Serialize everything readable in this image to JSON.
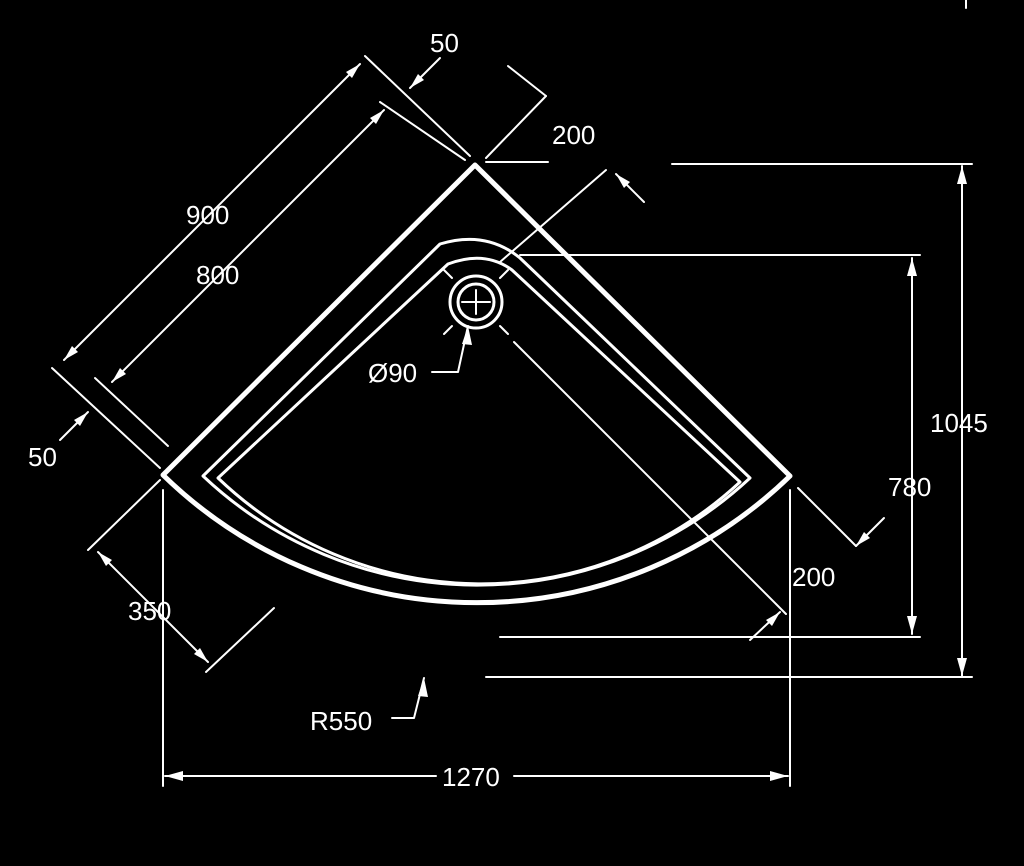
{
  "drawing": {
    "background": "#000000",
    "line_color": "#ffffff",
    "dimensions": {
      "top_50": "50",
      "top_200": "200",
      "side_900": "900",
      "side_800": "800",
      "left_50": "50",
      "drain": "Ø90",
      "height_1045": "1045",
      "height_780": "780",
      "right_200": "200",
      "left_350": "350",
      "radius": "R550",
      "width_1270": "1270"
    }
  }
}
